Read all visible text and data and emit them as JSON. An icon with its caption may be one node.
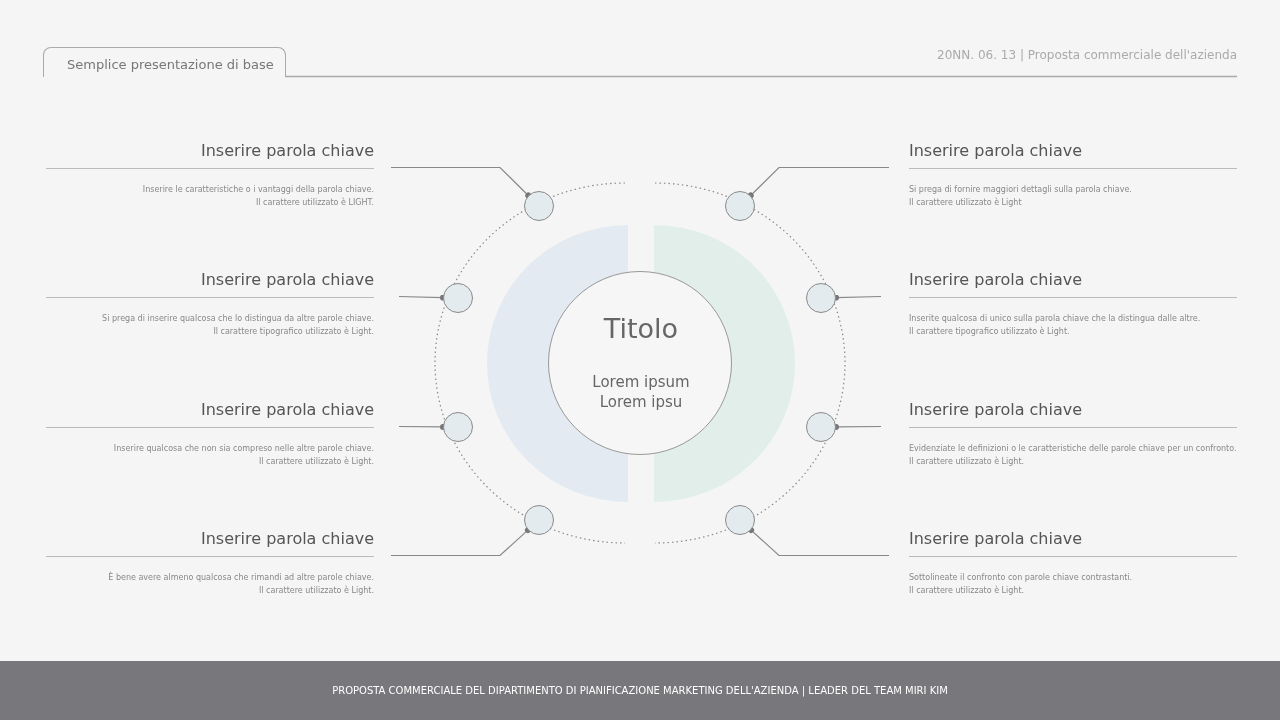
{
  "diagram": {
    "nodes": [
      {
        "text": [
          "Semplice presentazione di base"
        ]
      },
      {
        "text": [
          "Inserire parola chiave",
          "Inserire le caratteristiche o i vantaggi della parola chiave.",
          "Il carattere utilizzato è LIGHT."
        ]
      },
      {
        "text": [
          "Inserire parola chiave",
          "Si prega di fornire maggiori dettagli sulla parola chiave.",
          "Il carattere utilizzato è Light"
        ]
      },
      {
        "text": [
          "Inserire parola chiave",
          "Si prega di inserire qualcosa che lo distingua da altre parole chiave.",
          "Il carattere tipografico utilizzato è Light."
        ]
      },
      {
        "text": [
          "Inserire parola chiave",
          "Inserite qualcosa di unico sulla parola chiave che la distingua dalle altre.",
          "Il carattere tipografico utilizzato è Light."
        ]
      },
      {
        "text": [
          "Inserire parola chiave",
          "Inserire qualcosa che non sia compreso nelle altre parole chiave.",
          "Il carattere utilizzato è Light."
        ]
      },
      {
        "text": [
          "Inserire parola chiave",
          "Evidenziate le definizioni o le caratteristiche delle parole chiave per un confronto.",
          "Il carattere utilizzato è Light."
        ]
      },
      {
        "text": [
          "Inserire parola chiave",
          "È bene avere almeno qualcosa che rimandi ad altre parole chiave.",
          "Il carattere utilizzato è Light."
        ]
      },
      {
        "text": [
          "Inserire parola chiave",
          "Sottolineate il confronto con parole chiave contrastanti.",
          "Il carattere utilizzato è Light."
        ]
      },
      {
        "text": [
          "Titolo",
          "Lorem ipsum Lorem ipsu"
        ]
      },
      {
        "text": [],
        "shape": "circle"
      },
      {
        "text": [],
        "shape": "circle"
      },
      {
        "text": [],
        "shape": "circle"
      },
      {
        "text": [],
        "shape": "circle"
      },
      {
        "text": [],
        "shape": "circle"
      },
      {
        "text": [],
        "shape": "circle"
      },
      {
        "text": [],
        "shape": "circle"
      },
      {
        "text": [],
        "shape": "circle"
      },
      {
        "text": [
          "PROPOSTA COMMERCIALE DEL DIPARTIMENTO DI PIANIFICAZIONE MARKETING DELL'AZIENDA | LEADER DEL TEAM MIRI KIM"
        ]
      },
      {
        "text": [],
        "shape": "semicircle"
      },
      {
        "text": [],
        "shape": "semicircle"
      }
    ],
    "edges": [
      {
        "from": 1,
        "to": 10,
        "arrow": "other"
      },
      {
        "from": 2,
        "to": 11,
        "arrow": "other"
      },
      {
        "from": 3,
        "to": 12,
        "arrow": "other"
      },
      {
        "from": 4,
        "to": 13,
        "arrow": "other"
      },
      {
        "from": 5,
        "to": 14,
        "arrow": "other"
      },
      {
        "from": 6,
        "to": 15,
        "arrow": "other"
      },
      {
        "from": 7,
        "to": 16,
        "arrow": "other"
      },
      {
        "from": 8,
        "to": 17,
        "arrow": "other"
      }
    ],
    "labels": [
      "20NN. 06. 13 | Proposta commerciale dell'azienda"
    ]
  }
}
